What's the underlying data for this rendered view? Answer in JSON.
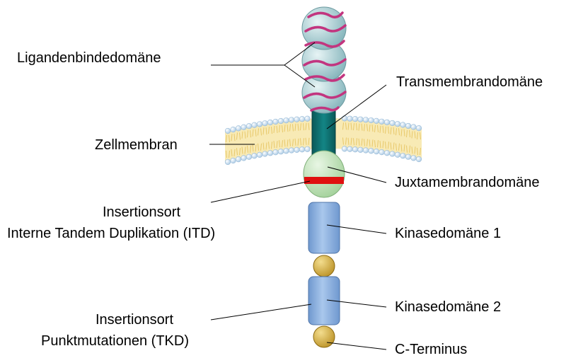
{
  "labels": {
    "ligand": "Ligandenbindedomäne",
    "transmembrane": "Transmembrandomäne",
    "membrane": "Zellmembran",
    "juxtamembrane": "Juxtamembrandomäne",
    "itd_line1": "Insertionsort",
    "itd_line2": "Interne Tandem Duplikation (ITD)",
    "kinase1": "Kinasedomäne 1",
    "kinase2": "Kinasedomäne 2",
    "tkd_line1": "Insertionsort",
    "tkd_line2": "Punktmutationen (TKD)",
    "cterm": "C-Terminus"
  },
  "colors": {
    "ligand_fill": "#9fc6cc",
    "ligand_stripe": "#c2357f",
    "transmembrane": "#0e6f6f",
    "membrane_head": "#cfe3f2",
    "membrane_tail": "#f4dc90",
    "juxtamembrane": "#bfe0b8",
    "itd_band": "#e01010",
    "kinase": "#8fb3e0",
    "linker": "#d4aa3a"
  }
}
